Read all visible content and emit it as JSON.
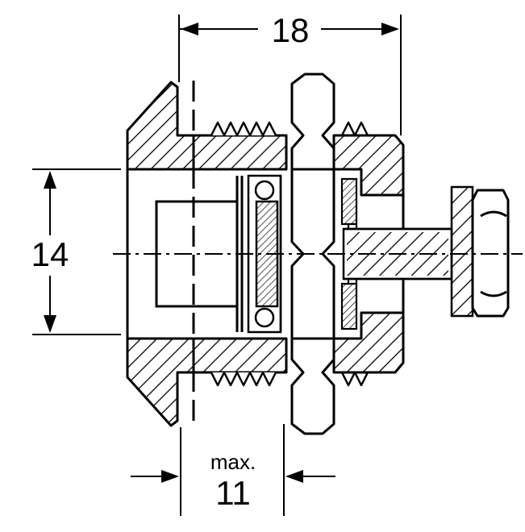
{
  "dimensions": {
    "top_width": "18",
    "height": "14",
    "bottom_prefix": "max.",
    "bottom_value": "11"
  },
  "colors": {
    "line": "#000000",
    "background": "#ffffff"
  }
}
